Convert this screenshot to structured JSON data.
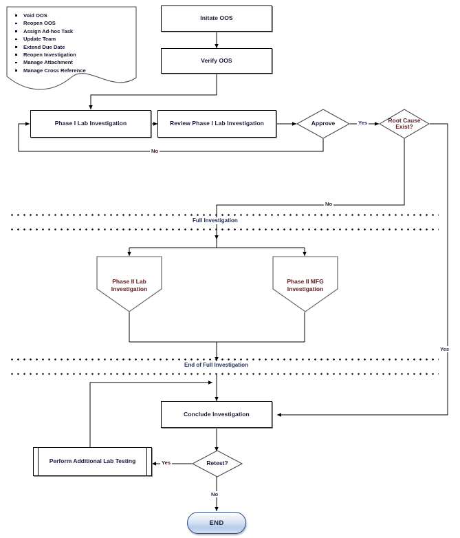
{
  "diagram": {
    "title": "OOS Investigation Flowchart",
    "colors": {
      "node_border": "#000000",
      "node_fill": "#ffffff",
      "text_dark": "#17173a",
      "text_maroon": "#5c1a1a",
      "label_red": "#3a1616",
      "label_blue": "#1d2a52",
      "terminator_border": "#2e4d80",
      "terminator_fill": "#b6ccea"
    },
    "note": {
      "name": "actions-note",
      "items": [
        "Void OOS",
        "Reopen OOS",
        "Assign Ad-hoc Task",
        "Update Team",
        "Extend Due Date",
        "Reopen Investigation",
        "Manage Attachment",
        "Manage Cross Reference"
      ]
    },
    "nodes": {
      "initiate_oos": "Initate OOS",
      "verify_oos": "Verify OOS",
      "phase1_lab": "Phase I Lab Investigation",
      "review_phase1": "Review Phase I Lab Investigation",
      "approve": "Approve",
      "root_cause": "Root Cause Exist?",
      "phase2_lab": "Phase II Lab Investigation",
      "phase2_mfg": "Phase II MFG Investigation",
      "conclude": "Conclude Investigation",
      "perform_additional": "Perform Additional Lab Testing",
      "retest": "Retest?",
      "end": "END"
    },
    "bands": {
      "full_investigation": "Full Investigation",
      "end_of_full_investigation": "End of Full Investigation"
    },
    "edge_labels": {
      "review_no": "No",
      "approve_yes": "Yes",
      "root_cause_no": "No",
      "root_cause_yes": "Yes",
      "retest_yes": "Yes",
      "retest_no": "No"
    }
  }
}
